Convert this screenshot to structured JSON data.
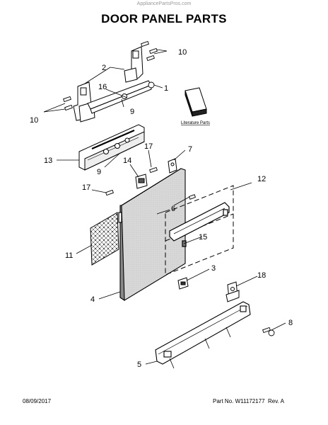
{
  "watermark": "AppliancePartsPros.com",
  "title": "DOOR PANEL PARTS",
  "literature_label": "Literature Parts",
  "footer": {
    "date": "08/09/2017",
    "part_label": "Part No.",
    "part_number": "W11172177",
    "rev_label": "Rev.",
    "rev_value": "A"
  },
  "callouts": {
    "c1": "1",
    "c2": "2",
    "c3": "3",
    "c4": "4",
    "c5": "5",
    "c6": "6",
    "c7": "7",
    "c8": "8",
    "c9a": "9",
    "c9b": "9",
    "c10a": "10",
    "c10b": "10",
    "c11": "11",
    "c12": "12",
    "c13": "13",
    "c14": "14",
    "c15": "15",
    "c16": "16",
    "c17a": "17",
    "c17b": "17",
    "c18": "18"
  }
}
